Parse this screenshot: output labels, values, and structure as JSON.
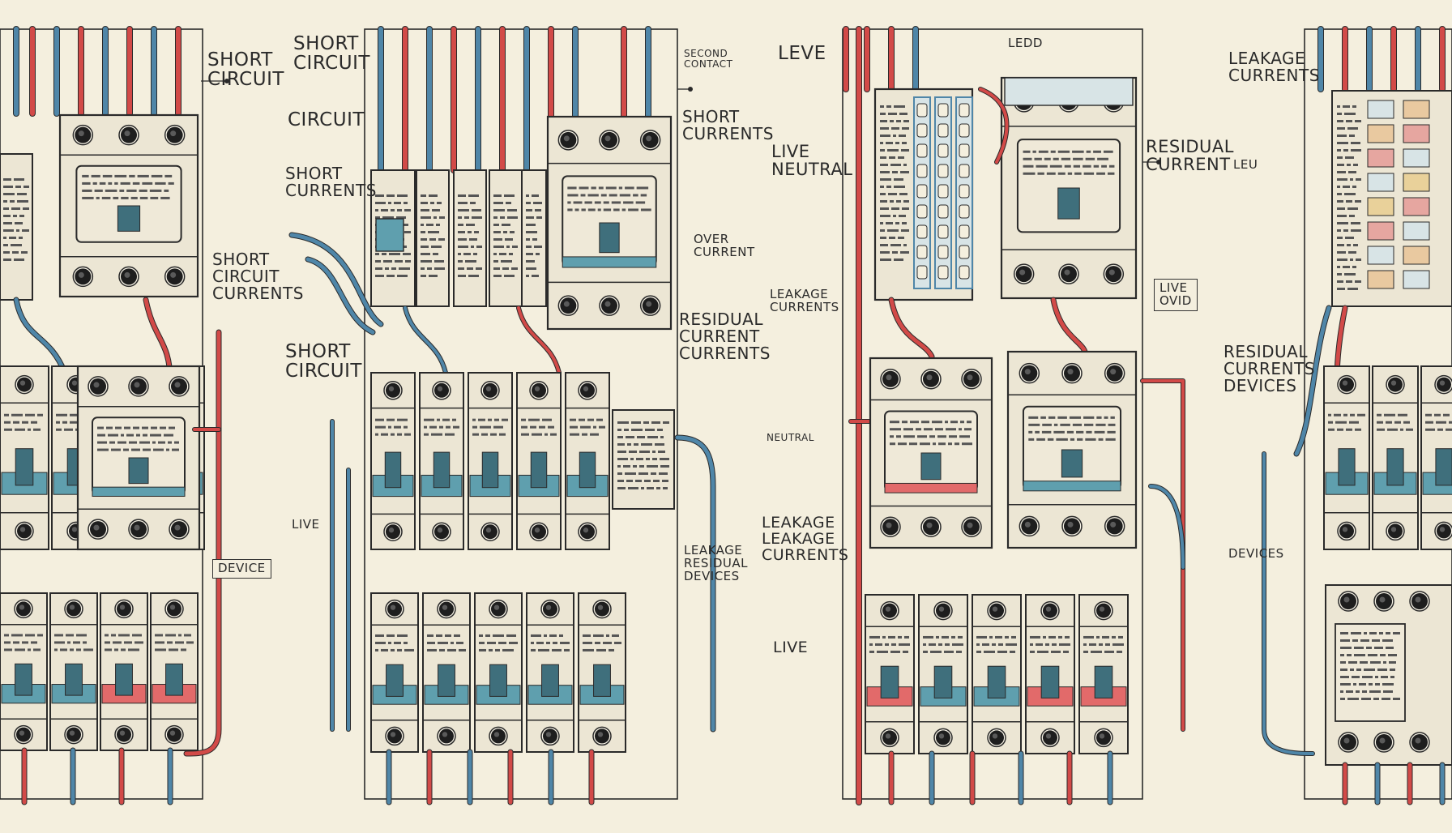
{
  "colors": {
    "background": "#f4efde",
    "ink": "#2a2a2a",
    "live_wire": "#d24a48",
    "neutral_wire": "#4f86a8",
    "breaker_body": "#ece6d4",
    "teal_stripe": "#5f9fae",
    "red_stripe": "#e26a6a"
  },
  "labels": {
    "p1_short_circuit": "SHORT\nCIRCUIT",
    "p1_short_circuit_currents": "SHORT\nCIRCUIT\nCURRENTS",
    "p1_device_boxed": "DEVICE",
    "p2_short_circuit_top": "SHORT\nCIRCUIT",
    "p2_circuit": "CIRCUIT",
    "p2_short_currents": "SHORT\nCURRENTS",
    "p2_short_circuit_mid": "SHORT\nCIRCUIT",
    "p2_live": "LIVE",
    "p2_side_note": "SECOND\nCONTACT",
    "p2_short_currents_right": "SHORT\nCURRENTS",
    "p2_over_current": "OVER\nCURRENT",
    "p2_residual_current_currents": "RESIDUAL\nCURRENT\nCURRENTS",
    "p2_leakage_residual_devices": "LEAKAGE\nRESIDUAL\nDEVICES",
    "p3_leve": "LEVE",
    "p3_live_neutral": "LIVE\nNEUTRAL",
    "p3_leakage_currents": "LEAKAGE\nCURRENTS",
    "p3_neutral": "NEUTRAL",
    "p3_leakage_currents_lower": "LEAKAGE\nLEAKAGE\nCURRENTS",
    "p3_live_lower": "LIVE",
    "p3_top_box": "LEDD",
    "p3_residual_current": "RESIDUAL\nCURRENT",
    "p3_live_boxed": "LIVE\nOVID",
    "p4_leakage_currents": "LEAKAGE\nCURRENTS",
    "p4_residual_currents_devices": "RESIDUAL\nCURRENTS\nDEVICES",
    "p4_devices": "DEVICES",
    "p4_small": "LEU"
  },
  "icons": {
    "breaker": "circuit-breaker-icon",
    "rcd": "rcd-device-icon",
    "terminal": "screw-terminal-icon"
  }
}
